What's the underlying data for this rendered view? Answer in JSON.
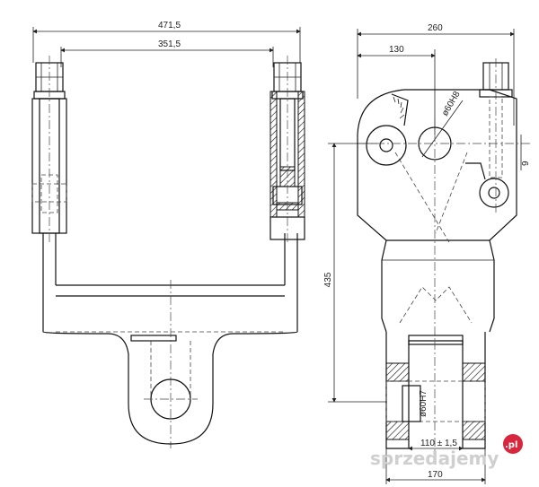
{
  "dimensions": {
    "front_total_width": "471,5",
    "front_inner_width": "351,5",
    "side_total_width": "260",
    "side_offset": "130",
    "side_height": "435",
    "hole_upper": "ø60H8",
    "hole_lower": "ø60H7",
    "small_gap": "9",
    "slot": "110 ± 1,5",
    "base_width": "170"
  },
  "watermark": {
    "text": "sprzedajemy",
    "suffix": ".pl",
    "badge_color": "#d7263d"
  }
}
